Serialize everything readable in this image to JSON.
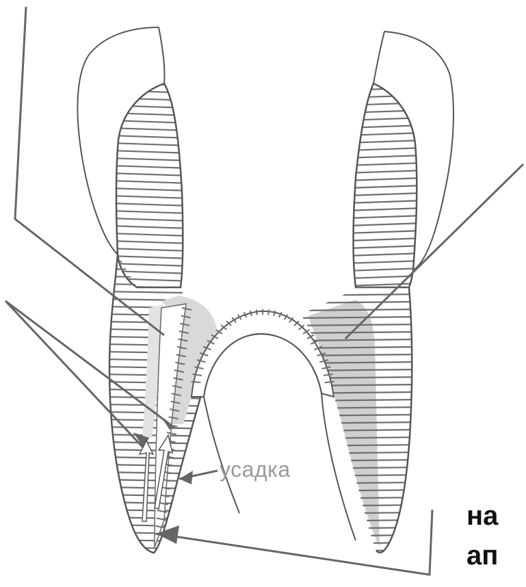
{
  "diagram": {
    "labels": {
      "shrinkage": "усадка",
      "right_text_line1": "на",
      "right_text_line2": "ап"
    },
    "colors": {
      "outline": "#555555",
      "hatch": "#6e6e6e",
      "filling": "#d0d0d0",
      "arrow": "#666666",
      "white_arrow": "#ffffff"
    }
  }
}
